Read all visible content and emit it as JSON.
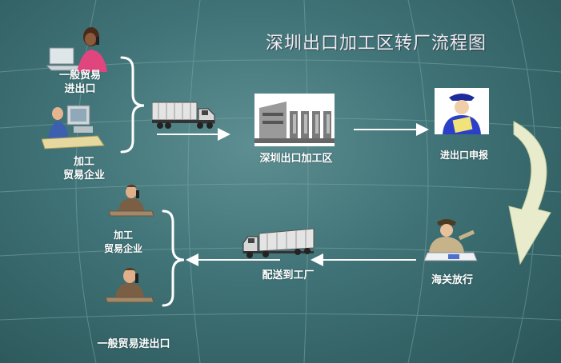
{
  "title": "深圳出口加工区转厂流程图",
  "colors": {
    "background": "#3f7276",
    "grid_line": "#7fa7a9",
    "connector": "#ffffff",
    "curve_arrow": "#e8eccc",
    "title": "#f3e9f3"
  },
  "nodes": {
    "general_trade_top": "一般贸易\n进出口",
    "processing_enterprise_top": "加工\n贸易企业",
    "szepz": "深圳出口加工区",
    "declaration": "进出口申报",
    "customs_release": "海关放行",
    "deliver_factory": "配送到工厂",
    "processing_enterprise_bottom": "加工\n贸易企业",
    "general_trade_bottom": "一般贸易进出口"
  },
  "icons": {
    "woman_phone": "woman-at-laptop-phone-icon",
    "man_computer": "man-at-computer-icon",
    "truck_top": "semi-truck-icon",
    "factory": "factory-building-icon",
    "officer": "customs-officer-icon",
    "customs_officer": "customs-officer-desk-icon",
    "truck_bottom": "semi-truck-icon",
    "man_phone_1": "man-on-phone-desk-icon",
    "man_phone_2": "man-on-phone-desk-icon"
  }
}
